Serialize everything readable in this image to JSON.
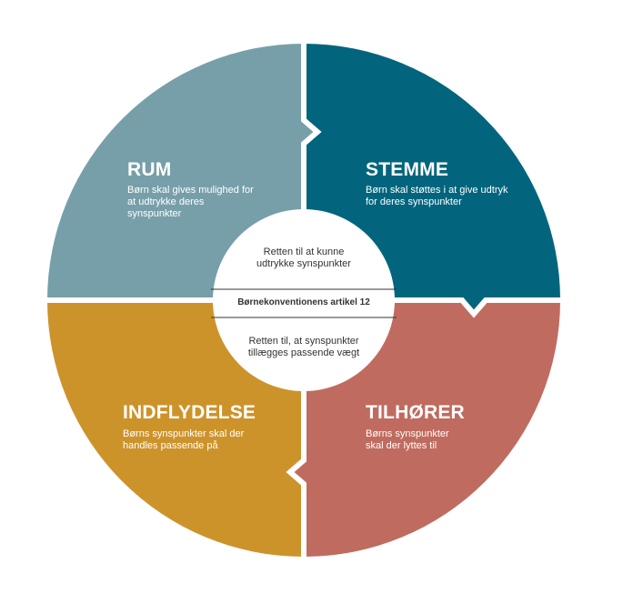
{
  "colors": {
    "rum": "#779fa9",
    "stemme": "#02657d",
    "indflydelse": "#cd932b",
    "tilhorer": "#c06b5f",
    "center": "#ffffff",
    "center_text": "#333333",
    "divider": "#333333"
  },
  "quadrants": {
    "rum": {
      "title": "RUM",
      "description": "Børn skal gives mulighed for at udtrykke deres synspunkter"
    },
    "stemme": {
      "title": "STEMME",
      "description": "Børn skal støttes i at give udtryk for deres synspunkter"
    },
    "indflydelse": {
      "title": "INDFLYDELSE",
      "description": "Børns synspunkter skal der handles passende på"
    },
    "tilhorer": {
      "title": "TILHØRER",
      "description": "Børns synspunkter skal der lyttes til"
    }
  },
  "center": {
    "top_text": "Retten til at kunne udtrykke synspunkter",
    "label": "Børnekonventionens artikel 12",
    "bottom_text": "Retten til, at synspunkter tillægges passende vægt"
  }
}
